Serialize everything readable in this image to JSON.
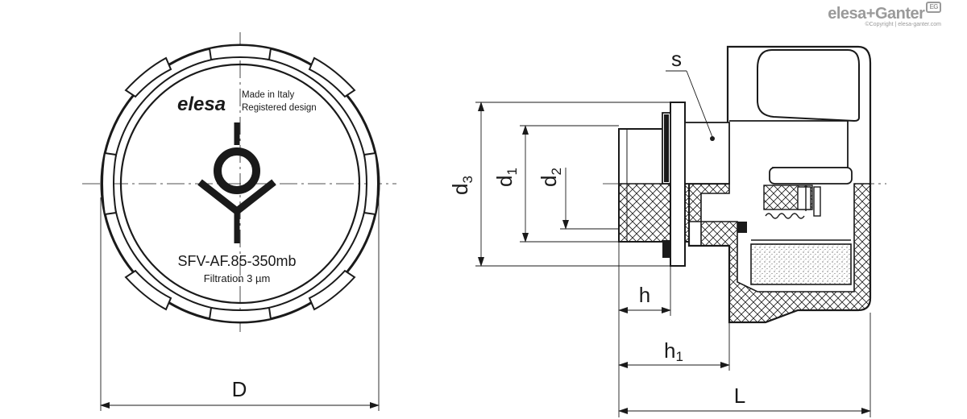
{
  "brand": {
    "logo_left": "elesa",
    "logo_plus": "+",
    "logo_right": "Ganter",
    "logo_mark": "EG",
    "copyright": "©Copyright | elesa-ganter.com"
  },
  "front_view": {
    "logo_text": "elesa",
    "made_in": "Made in Italy",
    "registered": "Registered design",
    "model": "SFV-AF.85-350mb",
    "filtration": "Filtration 3 µm",
    "dim_D": "D"
  },
  "section_view": {
    "label_s": "s",
    "dim_d3": "d",
    "dim_d3_sub": "3",
    "dim_d1": "d",
    "dim_d1_sub": "1",
    "dim_d2": "d",
    "dim_d2_sub": "2",
    "dim_h": "h",
    "dim_h1": "h",
    "dim_h1_sub": "1",
    "dim_L": "L"
  }
}
